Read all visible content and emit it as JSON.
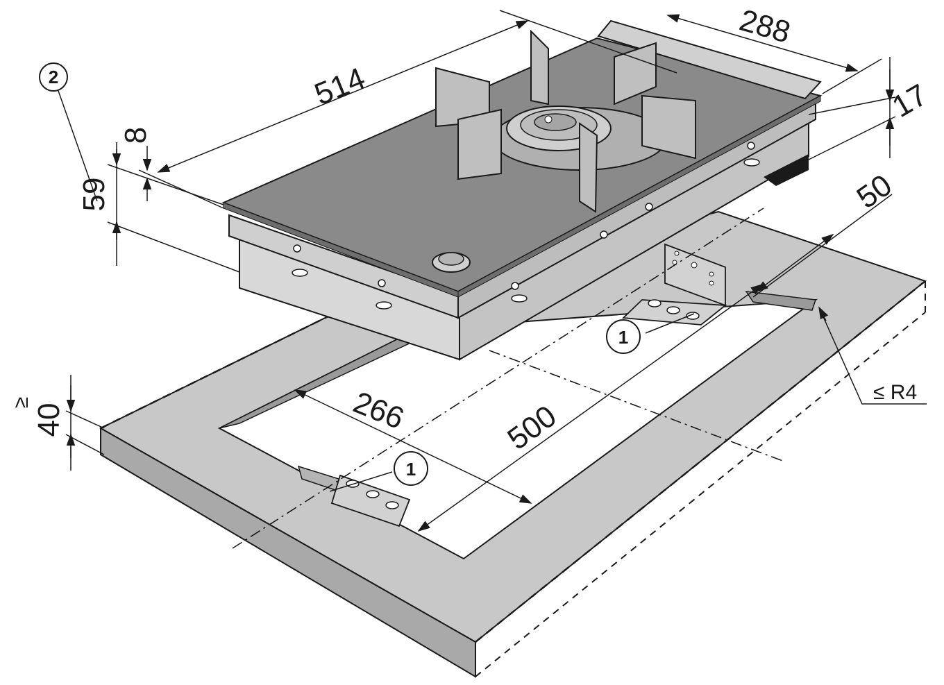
{
  "dimensions": {
    "length_514": "514",
    "width_288": "288",
    "height_59": "59",
    "step_8": "8",
    "top_17": "17",
    "offset_50": "50",
    "cutout_266": "266",
    "cutout_500": "500",
    "thickness_40": "40",
    "thickness_prefix": "≥",
    "radius": "≤ R4"
  },
  "callouts": {
    "bracket_label": "1",
    "side_label": "2"
  },
  "colors": {
    "line": "#1a1a1a",
    "worktop": "#c8c8c8",
    "worktop_edge": "#a9a9a9",
    "glass": "#8a8a8a",
    "metal": "#d2d2d2",
    "metal_dark": "#b4b4b4",
    "burner": "#bfbfbf"
  }
}
